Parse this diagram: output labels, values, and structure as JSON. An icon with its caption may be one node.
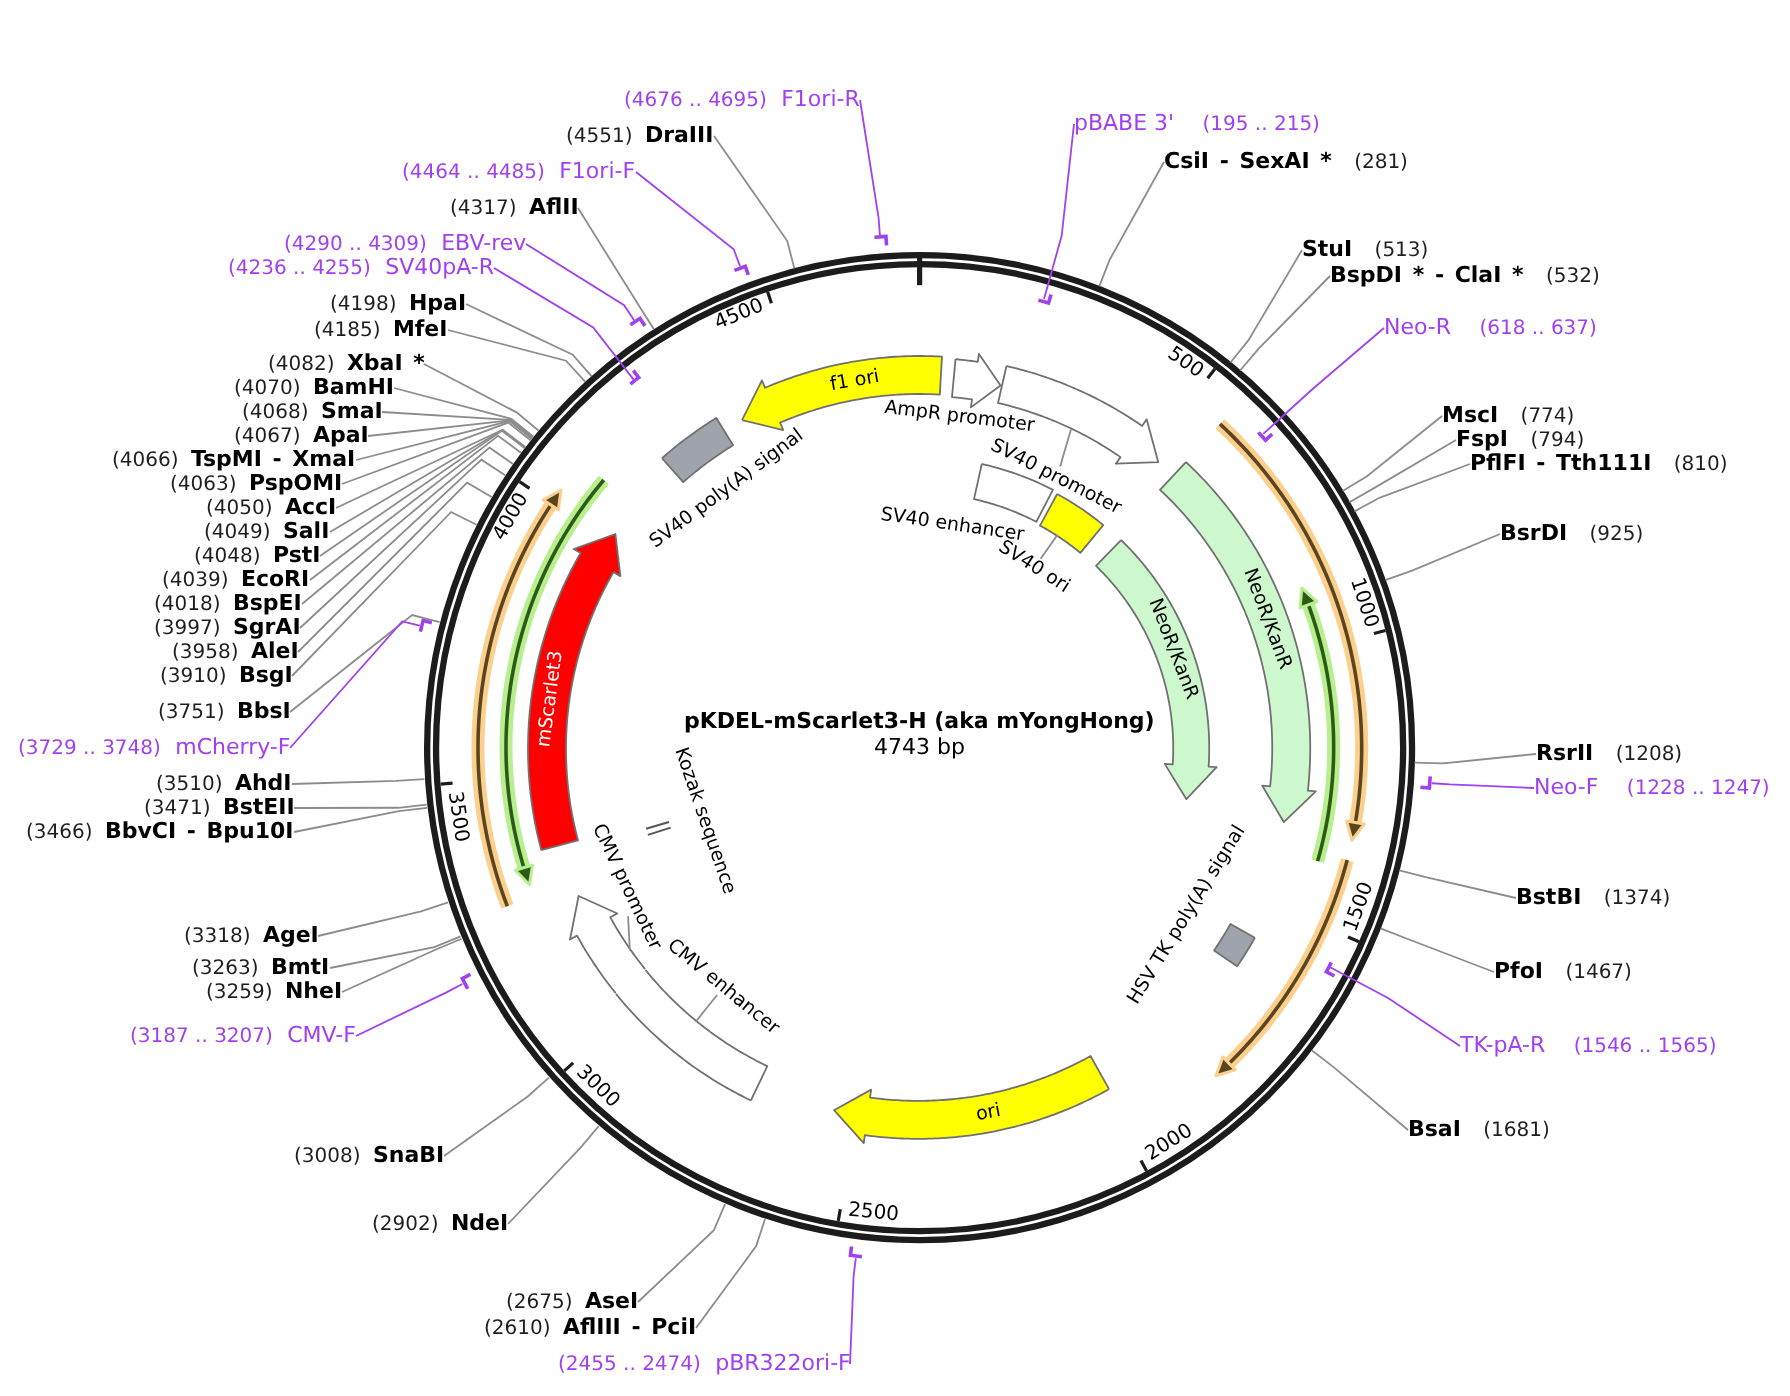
{
  "diagram": {
    "title": "pKDEL-mScarlet3-H (aka mYongHong)",
    "nodes": [
      {
        "text": [],
        "shape": "circle"
      },
      {
        "text": [
          "f1 ori"
        ],
        "in": 0
      },
      {
        "text": [],
        "shape": "arrow",
        "beside": [
          "AmpR promoter"
        ],
        "in": 0
      },
      {
        "text": [],
        "shape": "arrow",
        "in": 0
      },
      {
        "text": [],
        "shape": "box",
        "beside": [
          "SV40 poly(A) signal"
        ],
        "in": 0
      },
      {
        "text": [
          "SV40 promoter"
        ],
        "in": 0
      },
      {
        "text": [],
        "shape": "box",
        "beside": [
          "SV40 enhancer"
        ],
        "in": 0
      },
      {
        "text": [],
        "shape": "box",
        "in": 0
      },
      {
        "text": [
          "SV40 ori"
        ],
        "in": 0
      },
      {
        "text": [
          "NeoR/KanR"
        ],
        "in": 0
      },
      {
        "text": [
          "NeoR/KanR"
        ],
        "in": 0
      },
      {
        "text": [
          "mScarlet3"
        ],
        "in": 0
      },
      {
        "text": [],
        "shape": "bar",
        "beside": [
          "Kozak sequence"
        ],
        "in": 0
      },
      {
        "text": [],
        "shape": "box",
        "beside": [
          "HSV TK poly(A) signal"
        ],
        "in": 0
      },
      {
        "text": [],
        "shape": "arrow",
        "in": 0
      },
      {
        "text": [
          "CMV promoter"
        ],
        "in": 0
      },
      {
        "text": [
          "CMV enhancer"
        ],
        "in": 0
      },
      {
        "text": [],
        "shape": "box",
        "in": 0
      },
      {
        "text": [
          "ori"
        ],
        "in": 0
      },
      {
        "text": [],
        "shape": "bar",
        "in": 0
      },
      {
        "text": [],
        "shape": "bar",
        "in": 0
      },
      {
        "text": [],
        "shape": "bar",
        "in": 0
      },
      {
        "text": [],
        "shape": "bar",
        "in": 0
      },
      {
        "text": [
          "(4676 .. 4695)",
          "F1ori-R"
        ]
      },
      {
        "text": [
          "(4551)",
          "DraIII"
        ]
      },
      {
        "text": [
          "(4464 .. 4485)",
          "F1ori-F"
        ]
      },
      {
        "text": [
          "(4317)",
          "AflII"
        ]
      },
      {
        "text": [
          "(4290 .. 4309)",
          "EBV-rev"
        ]
      },
      {
        "text": [
          "(4236 .. 4255)",
          "SV40pA-R"
        ]
      },
      {
        "text": [
          "(4198)",
          "HpaI"
        ]
      },
      {
        "text": [
          "(4185)",
          "MfeI"
        ]
      },
      {
        "text": [
          "(4082)",
          "XbaI *"
        ]
      },
      {
        "text": [
          "(4070)",
          "BamHI"
        ]
      },
      {
        "text": [
          "(4068)",
          "SmaI"
        ]
      },
      {
        "text": [
          "(4067)",
          "ApaI"
        ]
      },
      {
        "text": [
          "(4066)",
          "TspMI - XmaI"
        ]
      },
      {
        "text": [
          "(4063)",
          "PspOMI"
        ]
      },
      {
        "text": [
          "(4050)",
          "AccI"
        ]
      },
      {
        "text": [
          "(4049)",
          "SalI"
        ]
      },
      {
        "text": [
          "(4048)",
          "PstI"
        ]
      },
      {
        "text": [
          "(4039)",
          "EcoRI"
        ]
      },
      {
        "text": [
          "(4018)",
          "BspEI"
        ]
      },
      {
        "text": [
          "(3997)",
          "SgrAI"
        ]
      },
      {
        "text": [
          "(3958)",
          "AleI"
        ]
      },
      {
        "text": [
          "(3910)",
          "BsgI"
        ]
      },
      {
        "text": [
          "(3751)",
          "BbsI"
        ]
      },
      {
        "text": [
          "(3729 .. 3748)",
          "mCherry-F"
        ]
      },
      {
        "text": [
          "(3510)",
          "AhdI"
        ]
      },
      {
        "text": [
          "(3471)",
          "BstEII"
        ]
      },
      {
        "text": [
          "(3466)",
          "BbvCI - Bpu10I"
        ]
      },
      {
        "text": [
          "(3318)",
          "AgeI"
        ]
      },
      {
        "text": [
          "(3263)",
          "BmtI"
        ]
      },
      {
        "text": [
          "(3259)",
          "NheI"
        ]
      },
      {
        "text": [
          "(3187 .. 3207)",
          "CMV-F"
        ]
      },
      {
        "text": [
          "(3008)",
          "SnaBI"
        ]
      },
      {
        "text": [
          "(2902)",
          "NdeI"
        ]
      },
      {
        "text": [
          "(2675)",
          "AseI"
        ]
      },
      {
        "text": [
          "(2610)",
          "AflIII - PciI"
        ]
      },
      {
        "text": [
          "(2455 .. 2474)",
          "pBR322ori-F"
        ]
      },
      {
        "text": [
          "pBABE 3'",
          "(195 .. 215)"
        ]
      },
      {
        "text": [
          "CsiI - SexAI *",
          "(281)"
        ]
      },
      {
        "text": [
          "StuI",
          "(513)"
        ]
      },
      {
        "text": [
          "BspDI * - ClaI *",
          "(532)"
        ]
      },
      {
        "text": [
          "Neo-R",
          "(618 .. 637)"
        ]
      },
      {
        "text": [
          "MscI",
          "(774)"
        ]
      },
      {
        "text": [
          "FspI",
          "(794)"
        ]
      },
      {
        "text": [
          "PflFI - Tth111I",
          "(810)"
        ]
      },
      {
        "text": [
          "BsrDI",
          "(925)"
        ]
      },
      {
        "text": [
          "RsrII",
          "(1208)"
        ]
      },
      {
        "text": [
          "Neo-F",
          "(1228 .. 1247)"
        ]
      },
      {
        "text": [
          "BstBI",
          "(1374)"
        ]
      },
      {
        "text": [
          "PfoI",
          "(1467)"
        ]
      },
      {
        "text": [
          "TK-pA-R",
          "(1546 .. 1565)"
        ]
      },
      {
        "text": [
          "BsaI",
          "(1681)"
        ]
      },
      {
        "text": [],
        "shape": "bar"
      },
      {
        "text": [],
        "shape": "bar"
      },
      {
        "text": [],
        "shape": "bar"
      },
      {
        "text": [],
        "shape": "bar"
      },
      {
        "text": [],
        "shape": "bar"
      },
      {
        "text": [],
        "shape": "bar"
      },
      {
        "text": [],
        "shape": "bar"
      }
    ],
    "edges": [
      {
        "from": 23,
        "to": 74,
        "arrow": "none",
        "color": "#a040f0"
      },
      {
        "from": 24,
        "to": 0,
        "arrow": "none"
      },
      {
        "from": 25,
        "to": 75,
        "arrow": "none",
        "color": "#a040f0"
      },
      {
        "from": 26,
        "to": 0,
        "arrow": "none"
      },
      {
        "from": 27,
        "to": 76,
        "arrow": "none",
        "color": "#a040f0"
      },
      {
        "from": 28,
        "to": 19,
        "arrow": "none",
        "color": "#a040f0"
      },
      {
        "from": 29,
        "to": 0,
        "arrow": "none"
      },
      {
        "from": 30,
        "to": 0,
        "arrow": "none"
      },
      {
        "from": 31,
        "to": 0,
        "arrow": "none"
      },
      {
        "from": 32,
        "to": 0,
        "arrow": "none"
      },
      {
        "from": 33,
        "to": 0,
        "arrow": "none"
      },
      {
        "from": 34,
        "to": 0,
        "arrow": "none"
      },
      {
        "from": 35,
        "to": 0,
        "arrow": "none"
      },
      {
        "from": 36,
        "to": 0,
        "arrow": "none"
      },
      {
        "from": 37,
        "to": 0,
        "arrow": "none"
      },
      {
        "from": 38,
        "to": 0,
        "arrow": "none"
      },
      {
        "from": 39,
        "to": 0,
        "arrow": "none"
      },
      {
        "from": 40,
        "to": 0,
        "arrow": "none"
      },
      {
        "from": 41,
        "to": 0,
        "arrow": "none"
      },
      {
        "from": 42,
        "to": 0,
        "arrow": "none"
      },
      {
        "from": 43,
        "to": 0,
        "arrow": "none"
      },
      {
        "from": 44,
        "to": 0,
        "arrow": "none"
      },
      {
        "from": 45,
        "to": 0,
        "arrow": "none"
      },
      {
        "from": 46,
        "to": 77,
        "arrow": "none",
        "color": "#a040f0"
      },
      {
        "from": 47,
        "to": 0,
        "arrow": "none"
      },
      {
        "from": 48,
        "to": 0,
        "arrow": "none"
      },
      {
        "from": 49,
        "to": 0,
        "arrow": "none"
      },
      {
        "from": 50,
        "to": 0,
        "arrow": "none"
      },
      {
        "from": 51,
        "to": 0,
        "arrow": "none"
      },
      {
        "from": 52,
        "to": 0,
        "arrow": "none"
      },
      {
        "from": 53,
        "to": 79,
        "arrow": "none",
        "color": "#a040f0"
      },
      {
        "from": 54,
        "to": 0,
        "arrow": "none"
      },
      {
        "from": 55,
        "to": 0,
        "arrow": "none"
      },
      {
        "from": 56,
        "to": 0,
        "arrow": "none"
      },
      {
        "from": 57,
        "to": 0,
        "arrow": "none"
      },
      {
        "from": 58,
        "to": 80,
        "arrow": "none",
        "color": "#a040f0"
      },
      {
        "from": 59,
        "to": 20,
        "arrow": "none",
        "color": "#a040f0"
      },
      {
        "from": 60,
        "to": 0,
        "arrow": "none"
      },
      {
        "from": 61,
        "to": 0,
        "arrow": "none"
      },
      {
        "from": 62,
        "to": 0,
        "arrow": "none"
      },
      {
        "from": 63,
        "to": 21,
        "arrow": "none",
        "color": "#a040f0"
      },
      {
        "from": 64,
        "to": 0,
        "arrow": "none"
      },
      {
        "from": 65,
        "to": 0,
        "arrow": "none"
      },
      {
        "from": 66,
        "to": 0,
        "arrow": "none"
      },
      {
        "from": 67,
        "to": 0,
        "arrow": "none"
      },
      {
        "from": 68,
        "to": 0,
        "arrow": "none"
      },
      {
        "from": 69,
        "to": 78,
        "arrow": "none",
        "color": "#a040f0"
      },
      {
        "from": 70,
        "to": 0,
        "arrow": "none"
      },
      {
        "from": 71,
        "to": 0,
        "arrow": "none"
      },
      {
        "from": 72,
        "to": 22,
        "arrow": "none",
        "color": "#a040f0"
      },
      {
        "from": 73,
        "to": 0,
        "arrow": "none"
      },
      {
        "from": 5,
        "to": 3,
        "arrow": "none"
      },
      {
        "from": 8,
        "to": 7,
        "arrow": "none"
      },
      {
        "from": 15,
        "to": 14,
        "arrow": "none"
      },
      {
        "from": 16,
        "to": 17,
        "arrow": "none"
      }
    ],
    "labels": [
      "4743 bp",
      "500",
      "1000",
      "1500",
      "2000",
      "2500",
      "3000",
      "3500",
      "4000",
      "4500"
    ]
  }
}
